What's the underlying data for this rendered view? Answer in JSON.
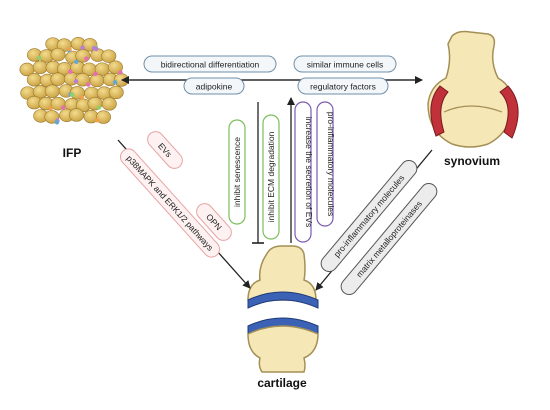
{
  "nodes": {
    "ifp": "IFP",
    "synovium": "synovium",
    "cartilage": "cartilage"
  },
  "top_labels": {
    "bidirectional": "bidirectional differentiation",
    "immune": "similar immune cells",
    "adipokine": "adipokine",
    "regulatory": "regulatory factors"
  },
  "green_labels": {
    "senescence": "inhibit senescence",
    "ecm": "inhibit  ECM degradation"
  },
  "purple_labels": {
    "evs_secretion": "increase the secretion of EVs",
    "proinflam": "pro-inflammatory molecules"
  },
  "pink_labels": {
    "evs": "EVs",
    "opn": "OPN",
    "pathways": "p38MAPK and ERK1/2 pathways"
  },
  "gray_labels": {
    "proinflam": "pro-inflammatory molecules",
    "mmp": "matrix metalloproteinases"
  },
  "colors": {
    "blue_pill_border": "#6f8fa8",
    "blue_pill_fill": "#f3f7fa",
    "green_border": "#7bbf5a",
    "purple_border": "#7c5bb0",
    "pink_border": "#e8a3a3",
    "pink_fill": "#fdf1f1",
    "gray_border": "#555555",
    "gray_fill": "#ececec",
    "bone_fill": "#f6e7b6",
    "bone_stroke": "#c9b37a",
    "cartilage_blue": "#3b62b5",
    "synovium_red": "#c0313a",
    "fat_cell": "#d9b354"
  }
}
